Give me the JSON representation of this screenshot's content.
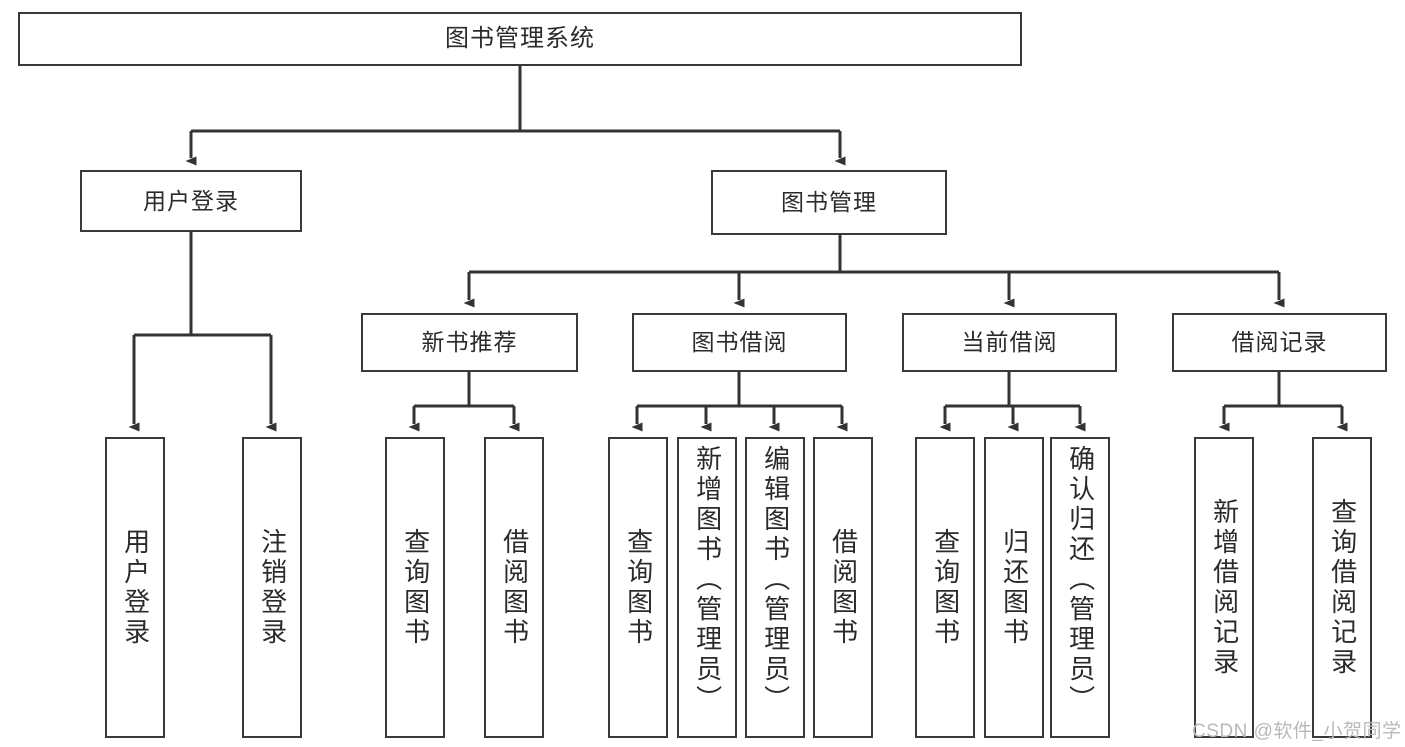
{
  "diagram": {
    "title": "图书管理系统",
    "type": "tree-hierarchy",
    "watermark": "CSDN @软件_小贺同学",
    "colors": {
      "box_border": "#3a3a3a",
      "box_fill": "#ffffff",
      "connector": "#333333",
      "text": "#2b2b2b",
      "watermark": "#b9b9b9"
    },
    "levels": {
      "level1": [
        {
          "id": "root",
          "label": "图书管理系统"
        }
      ],
      "level2": [
        {
          "id": "user-login",
          "label": "用户登录",
          "parent": "root"
        },
        {
          "id": "book-manage",
          "label": "图书管理",
          "parent": "root"
        }
      ],
      "level3": [
        {
          "id": "new-book-rec",
          "label": "新书推荐",
          "parent": "book-manage"
        },
        {
          "id": "book-borrow",
          "label": "图书借阅",
          "parent": "book-manage"
        },
        {
          "id": "current-borrow",
          "label": "当前借阅",
          "parent": "book-manage"
        },
        {
          "id": "borrow-record",
          "label": "借阅记录",
          "parent": "book-manage"
        }
      ],
      "leaves": [
        {
          "id": "leaf-user-login",
          "label": "用户登录",
          "parent": "user-login"
        },
        {
          "id": "leaf-logout",
          "label": "注销登录",
          "parent": "user-login"
        },
        {
          "id": "leaf-query-book-1",
          "label": "查询图书",
          "parent": "new-book-rec"
        },
        {
          "id": "leaf-borrow-book-1",
          "label": "借阅图书",
          "parent": "new-book-rec"
        },
        {
          "id": "leaf-query-book-2",
          "label": "查询图书",
          "parent": "book-borrow"
        },
        {
          "id": "leaf-add-book",
          "label": "新增图书（管理员）",
          "parent": "book-borrow"
        },
        {
          "id": "leaf-edit-book",
          "label": "编辑图书（管理员）",
          "parent": "book-borrow"
        },
        {
          "id": "leaf-borrow-book-2",
          "label": "借阅图书",
          "parent": "book-borrow"
        },
        {
          "id": "leaf-query-book-3",
          "label": "查询图书",
          "parent": "current-borrow"
        },
        {
          "id": "leaf-return-book",
          "label": "归还图书",
          "parent": "current-borrow"
        },
        {
          "id": "leaf-confirm-return",
          "label": "确认归还（管理员）",
          "parent": "current-borrow"
        },
        {
          "id": "leaf-add-record",
          "label": "新增借阅记录",
          "parent": "borrow-record"
        },
        {
          "id": "leaf-query-record",
          "label": "查询借阅记录",
          "parent": "borrow-record"
        }
      ]
    }
  }
}
